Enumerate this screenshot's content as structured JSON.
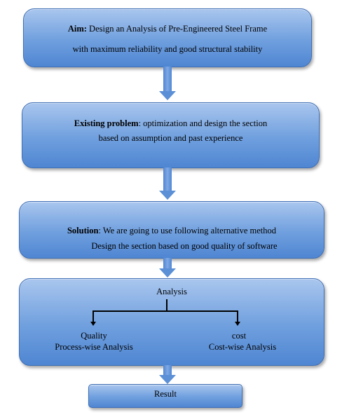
{
  "aim": {
    "label": "Aim:",
    "line1": " Design an Analysis of Pre-Engineered Steel Frame",
    "line2": "with maximum reliability and good structural stability"
  },
  "problem": {
    "label": "Existing problem",
    "line1": ": optimization and design the section",
    "line2": "based on assumption and past experience"
  },
  "solution": {
    "label": "Solution",
    "line1": ": We are going to use following alternative method",
    "line2": "Design the section based on good quality of software"
  },
  "analysis": {
    "title": "Analysis",
    "left_title": "Quality",
    "left_sub": "Process-wise Analysis",
    "right_title": "cost",
    "right_sub": "Cost-wise Analysis"
  },
  "result": {
    "label": "Result"
  },
  "colors": {
    "box_top": "#a9c6ee",
    "box_bottom": "#4f86d2",
    "border": "#3f6fb5"
  }
}
